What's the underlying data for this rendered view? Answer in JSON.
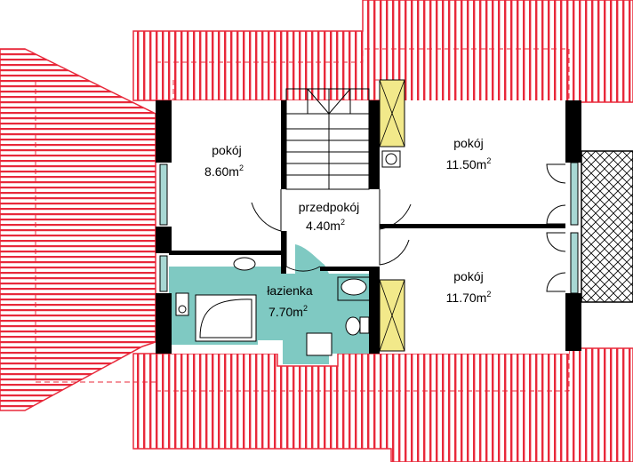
{
  "colors": {
    "roof_red": "#e8283a",
    "roof_bg": "#ffffff",
    "wall": "#000000",
    "bathroom": "#7fc9c2",
    "cabinet": "#f2e98a",
    "glass": "#a8d8d4"
  },
  "rooms": [
    {
      "name": "pokój",
      "area": "8.60m",
      "sup": "2"
    },
    {
      "name": "pokój",
      "area": "11.50m",
      "sup": "2"
    },
    {
      "name": "przedpokój",
      "area": "4.40m",
      "sup": "2"
    },
    {
      "name": "łazienka",
      "area": "7.70m",
      "sup": "2"
    },
    {
      "name": "pokój",
      "area": "11.70m",
      "sup": "2"
    }
  ]
}
